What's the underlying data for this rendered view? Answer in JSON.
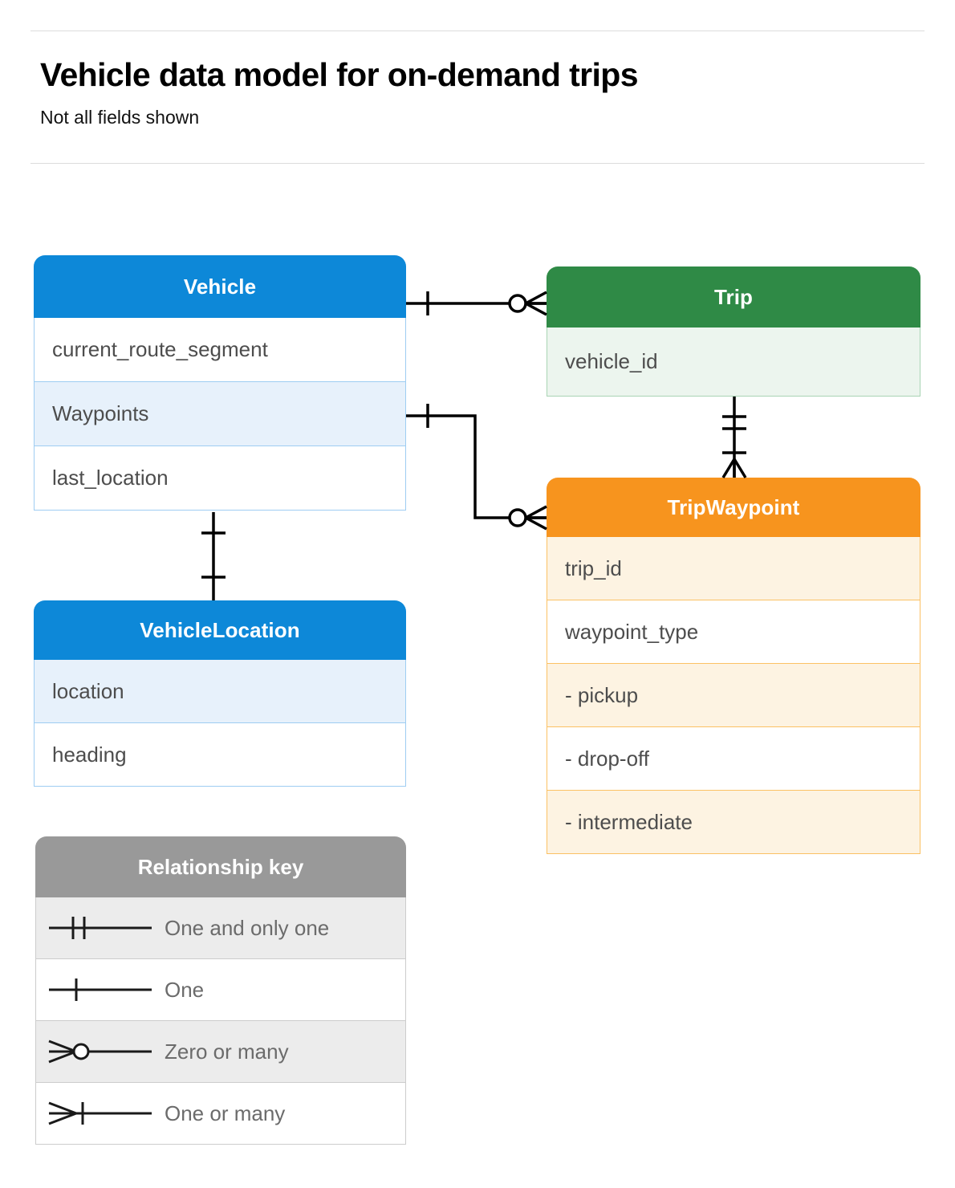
{
  "header": {
    "title": "Vehicle data model for on-demand trips",
    "subtitle": "Not all fields shown"
  },
  "colors": {
    "blue": "#0d88d8",
    "green": "#2f8a46",
    "orange": "#f7941e",
    "gray": "#999999",
    "line": "#000000",
    "field_text": "#4d4d4d"
  },
  "entities": [
    {
      "id": "vehicle",
      "name": "Vehicle",
      "color": "blue",
      "fields": [
        "current_route_segment",
        "Waypoints",
        "last_location"
      ]
    },
    {
      "id": "trip",
      "name": "Trip",
      "color": "green",
      "fields": [
        "vehicle_id"
      ]
    },
    {
      "id": "vehiclelocation",
      "name": "VehicleLocation",
      "color": "blue",
      "fields": [
        "location",
        "heading"
      ]
    },
    {
      "id": "tripwaypoint",
      "name": "TripWaypoint",
      "color": "orange",
      "fields": [
        "trip_id",
        "waypoint_type",
        "-  pickup",
        "-  drop-off",
        "-  intermediate"
      ]
    }
  ],
  "legend": {
    "title": "Relationship key",
    "rows": [
      {
        "symbol": "one-and-only-one",
        "label": "One and only one"
      },
      {
        "symbol": "one",
        "label": "One"
      },
      {
        "symbol": "zero-or-many",
        "label": "Zero or many"
      },
      {
        "symbol": "one-or-many",
        "label": "One or many"
      }
    ]
  },
  "relationships": [
    {
      "from": "Vehicle",
      "to": "Trip",
      "from_cardinality": "One",
      "to_cardinality": "Zero or many"
    },
    {
      "from": "Vehicle.Waypoints",
      "to": "TripWaypoint",
      "from_cardinality": "One",
      "to_cardinality": "Zero or many"
    },
    {
      "from": "Trip",
      "to": "TripWaypoint",
      "from_cardinality": "One and only one",
      "to_cardinality": "One or many"
    },
    {
      "from": "Vehicle",
      "to": "VehicleLocation",
      "from_cardinality": "One",
      "to_cardinality": "One"
    }
  ]
}
